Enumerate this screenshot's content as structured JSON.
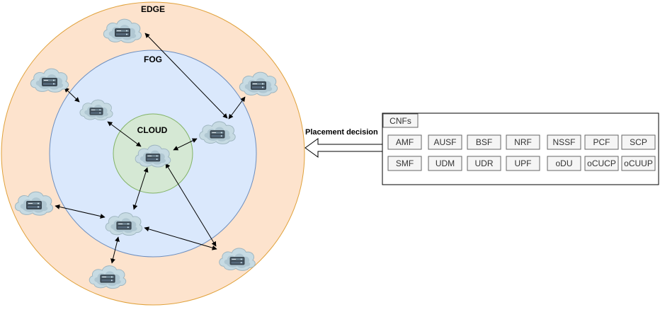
{
  "zones": {
    "edge": "EDGE",
    "fog": "FOG",
    "cloud": "CLOUD"
  },
  "colors": {
    "edge_fill": "#fde3cd",
    "edge_stroke": "#e0a13a",
    "fog_fill": "#dae8fc",
    "fog_stroke": "#6c8ebf",
    "cloud_fill": "#d5e8d4",
    "cloud_stroke": "#82b366"
  },
  "arrow_label": "Placement decision",
  "cnfs": {
    "tab_label": "CNFs",
    "row1": [
      "AMF",
      "AUSF",
      "BSF",
      "NRF",
      "NSSF",
      "PCF",
      "SCP"
    ],
    "row2": [
      "SMF",
      "UDM",
      "UDR",
      "UPF",
      "oDU",
      "oCUCP",
      "oCUUP"
    ]
  },
  "nodes": [
    "cloud-server-icon"
  ]
}
